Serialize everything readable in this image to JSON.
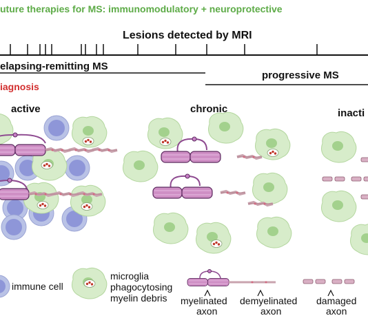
{
  "header": {
    "future_therapies": "uture therapies for MS: immunomodulatory + neuroprotective",
    "lesions": "Lesions detected by MRI",
    "relapsing": "elapsing-remitting MS",
    "progressive": "progressive MS",
    "diagnosis": "iagnosis"
  },
  "stages": {
    "active": "active",
    "chronic": "chronic",
    "inactive": "inacti"
  },
  "legend": {
    "immune_cell": "immune cell",
    "microglia_line1": "microglia",
    "microglia_line2": "phagocytosing",
    "microglia_line3": "myelin debris",
    "myelinated_line1": "myelinated",
    "myelinated_line2": "axon",
    "demyelinated_line1": "demyelinated",
    "demyelinated_line2": "axon",
    "damaged_line1": "damaged",
    "damaged_line2": "axon"
  },
  "colors": {
    "therapy_green": "#5dab47",
    "diagnosis_red": "#d22f2f",
    "immune_cell_outer": "#b9c2e6",
    "immune_cell_nucleus": "#8e96d8",
    "microglia_body": "#d7ecca",
    "microglia_nucleus": "#a3d18d",
    "myelin_sheath": "#cf8fc5",
    "axon": "#c9a3ae",
    "debris_red": "#c0392b"
  },
  "icons": {
    "immune_cell": "immune-cell-icon",
    "microglia": "microglia-icon",
    "myelinated_axon": "myelinated-axon-icon",
    "demyelinated_axon": "demyelinated-axon-icon",
    "damaged_axon": "damaged-axon-icon"
  }
}
